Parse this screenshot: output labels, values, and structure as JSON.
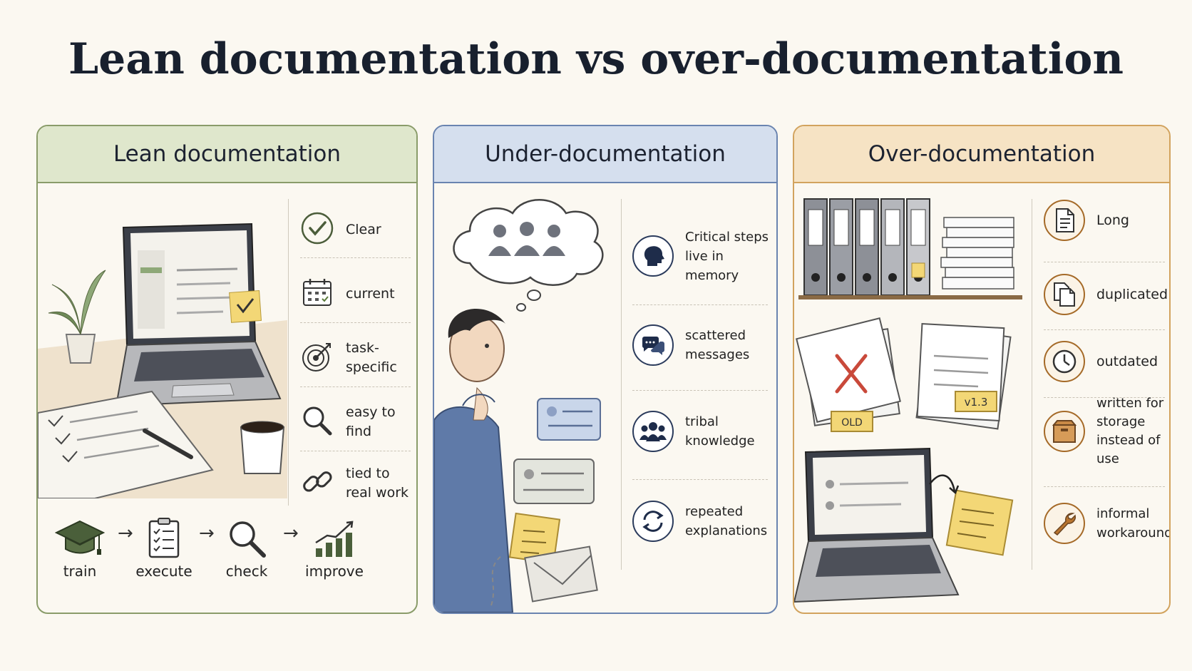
{
  "title": "Lean documentation vs over-documentation",
  "panels": {
    "lean": {
      "heading": "Lean documentation",
      "items": [
        {
          "label": "Clear",
          "icon": "check-circle-icon"
        },
        {
          "label": "current",
          "icon": "calendar-icon"
        },
        {
          "label": "task-specific",
          "icon": "target-icon"
        },
        {
          "label": "easy to find",
          "icon": "magnifier-icon"
        },
        {
          "label": "tied to\nreal work",
          "icon": "link-icon"
        }
      ],
      "flow": [
        {
          "label": "train",
          "icon": "graduation-cap-icon"
        },
        {
          "label": "execute",
          "icon": "clipboard-checklist-icon"
        },
        {
          "label": "check",
          "icon": "magnifier-icon"
        },
        {
          "label": "improve",
          "icon": "growth-chart-icon"
        }
      ],
      "accent": "#8a9c6a"
    },
    "under": {
      "heading": "Under-documentation",
      "items": [
        {
          "label": "Critical steps\nlive in memory",
          "icon": "head-profile-icon"
        },
        {
          "label": "scattered\nmessages",
          "icon": "chat-bubbles-icon"
        },
        {
          "label": "tribal\nknowledge",
          "icon": "people-group-icon"
        },
        {
          "label": "repeated\nexplanations",
          "icon": "cycle-arrows-icon"
        }
      ],
      "accent": "#6a84b0"
    },
    "over": {
      "heading": "Over-documentation",
      "items": [
        {
          "label": "Long",
          "icon": "document-icon"
        },
        {
          "label": "duplicated",
          "icon": "copy-icon"
        },
        {
          "label": "outdated",
          "icon": "clock-icon"
        },
        {
          "label": "written for\nstorage\ninstead of use",
          "icon": "archive-box-icon"
        },
        {
          "label": "informal\nworkarounds",
          "icon": "wrench-icon"
        }
      ],
      "stamps": {
        "old": "OLD",
        "version": "v1.3"
      },
      "accent": "#d2a35e"
    }
  }
}
